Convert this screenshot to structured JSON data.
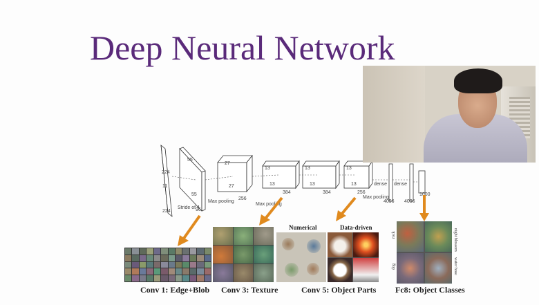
{
  "slide": {
    "title": "Deep Neural Network"
  },
  "architecture": {
    "labels": {
      "stride": "Stride of 4",
      "max_pooling_1": "Max pooling",
      "max_pooling_2": "Max pooling",
      "max_pooling_3": "Max pooling",
      "dense_1": "dense",
      "dense_2": "dense",
      "n224_a": "224",
      "n224_b": "224",
      "n11": "11",
      "n55_a": "55",
      "n55_b": "55",
      "n96": "96",
      "n27_a": "27",
      "n27_b": "27",
      "n256_a": "256",
      "n13_a": "13",
      "n13_b": "13",
      "n384_a": "384",
      "n13_c": "13",
      "n13_d": "13",
      "n384_b": "384",
      "n13_e": "13",
      "n13_f": "13",
      "n256_b": "256",
      "n4096_a": "4096",
      "n4096_b": "4096",
      "n1000": "1000"
    }
  },
  "features": {
    "conv1_caption": "Conv 1: Edge+Blob",
    "conv3_caption": "Conv 3: Texture",
    "conv5_caption": "Conv 5: Object Parts",
    "fc8_caption": "Fc8: Object Classes",
    "conv5_numerical": "Numerical",
    "conv5_datadriven": "Data-driven",
    "fc8_side_top_left": "rock",
    "fc8_side_bottom_left": "dog",
    "fc8_side_top_right": "night blossom",
    "fc8_side_bottom_right": "water hose"
  },
  "colors": {
    "title": "#5a2a7a",
    "arrow": "#e08a1e"
  }
}
